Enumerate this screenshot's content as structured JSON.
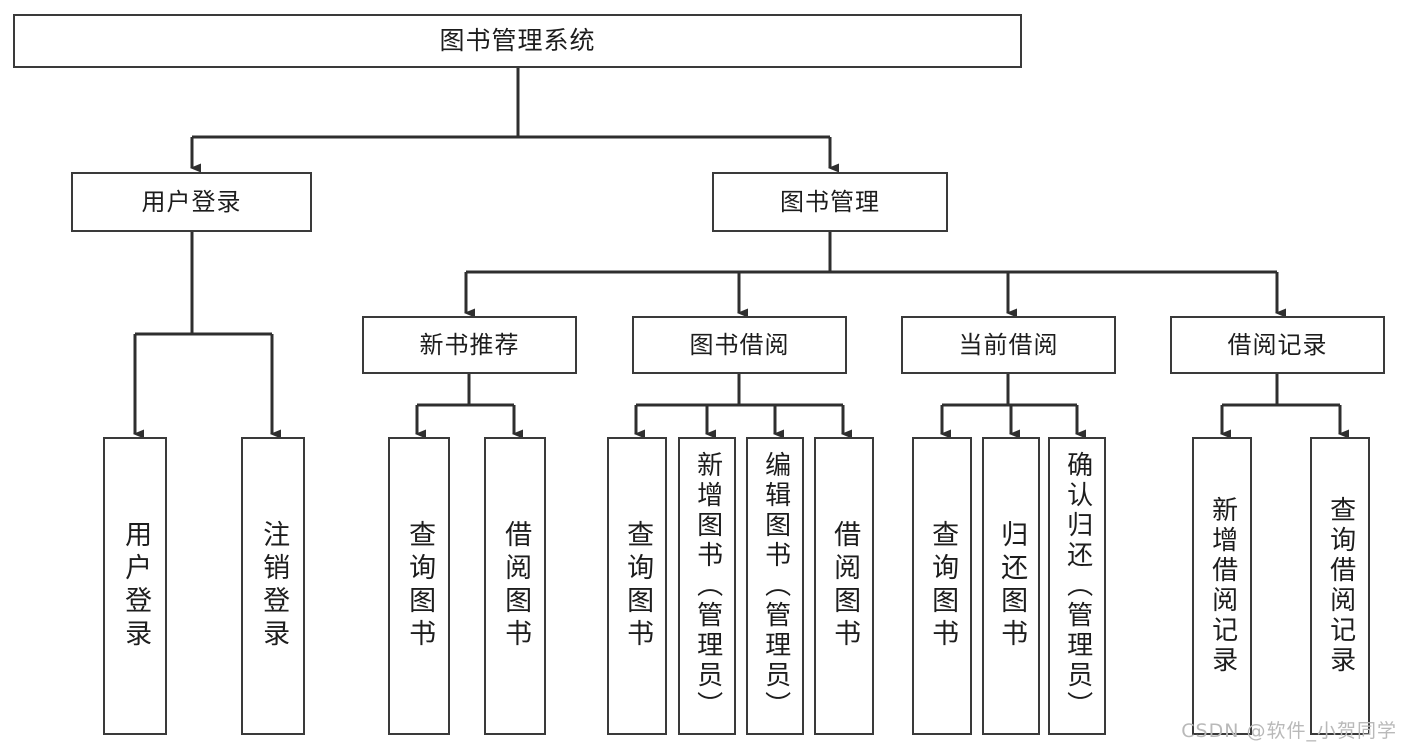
{
  "diagram": {
    "title": "图书管理系统",
    "type": "tree",
    "watermark": "CSDN @软件_小贺同学",
    "colors": {
      "box_border": "#3a3a3a",
      "box_fill": "#ffffff",
      "connector": "#2f2f2f",
      "text": "#1d1d1d",
      "watermark": "#b9b9b9"
    },
    "root": {
      "label": "图书管理系统"
    },
    "level2": [
      {
        "id": "user-login",
        "label": "用户登录"
      },
      {
        "id": "book-manage",
        "label": "图书管理"
      }
    ],
    "level3": [
      {
        "id": "new-book-recommend",
        "label": "新书推荐",
        "parent": "book-manage"
      },
      {
        "id": "book-borrow",
        "label": "图书借阅",
        "parent": "book-manage"
      },
      {
        "id": "current-borrow",
        "label": "当前借阅",
        "parent": "book-manage"
      },
      {
        "id": "borrow-record",
        "label": "借阅记录",
        "parent": "book-manage"
      }
    ],
    "leaves": [
      {
        "id": "leaf-user-login",
        "label": "用户登录",
        "parent": "user-login"
      },
      {
        "id": "leaf-logout-login",
        "label": "注销登录",
        "parent": "user-login"
      },
      {
        "id": "leaf-query-book-1",
        "label": "查询图书",
        "parent": "new-book-recommend"
      },
      {
        "id": "leaf-borrow-book-1",
        "label": "借阅图书",
        "parent": "new-book-recommend"
      },
      {
        "id": "leaf-query-book-2",
        "label": "查询图书",
        "parent": "book-borrow"
      },
      {
        "id": "leaf-add-book",
        "label": "新增图书（管理员）",
        "parent": "book-borrow"
      },
      {
        "id": "leaf-edit-book",
        "label": "编辑图书（管理员）",
        "parent": "book-borrow"
      },
      {
        "id": "leaf-borrow-book-2",
        "label": "借阅图书",
        "parent": "book-borrow"
      },
      {
        "id": "leaf-query-book-3",
        "label": "查询图书",
        "parent": "current-borrow"
      },
      {
        "id": "leaf-return-book",
        "label": "归还图书",
        "parent": "current-borrow"
      },
      {
        "id": "leaf-confirm-return",
        "label": "确认归还（管理员）",
        "parent": "current-borrow"
      },
      {
        "id": "leaf-add-record",
        "label": "新增借阅记录",
        "parent": "borrow-record"
      },
      {
        "id": "leaf-query-record",
        "label": "查询借阅记录",
        "parent": "borrow-record"
      }
    ]
  }
}
